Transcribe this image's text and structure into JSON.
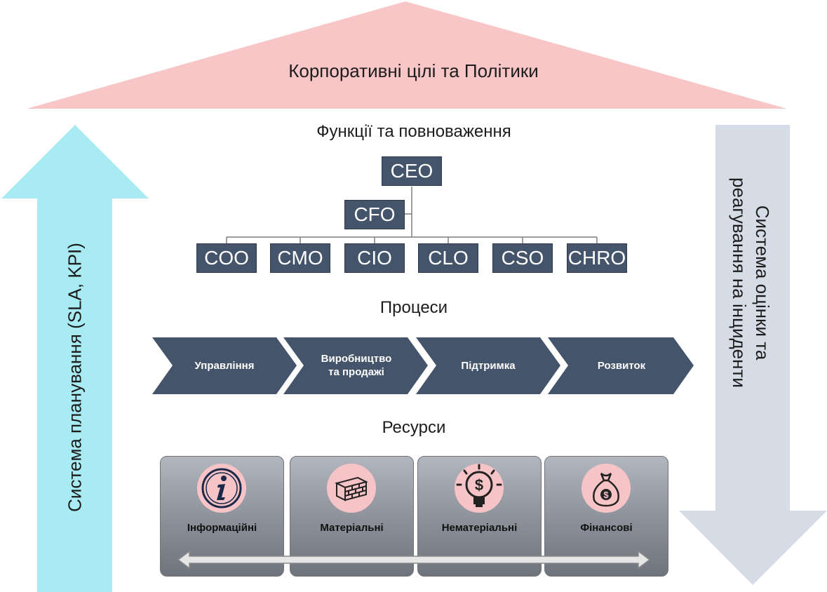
{
  "roof": {
    "title": "Корпоративні цілі та Політики"
  },
  "left_arrow": {
    "label": "Система планування (SLA, KPI)"
  },
  "right_arrow": {
    "label": "Система оцінки та реагування на інциденти"
  },
  "functions": {
    "title": "Функції та повноваження",
    "ceo": "CEO",
    "cfo": "CFO",
    "roles": [
      "COO",
      "CMO",
      "CIO",
      "CLO",
      "CSO",
      "CHRO"
    ]
  },
  "processes": {
    "title": "Процеси",
    "steps": [
      {
        "line1": "Управління",
        "line2": ""
      },
      {
        "line1": "Виробництво",
        "line2": "та продажі"
      },
      {
        "line1": "Підтримка",
        "line2": ""
      },
      {
        "line1": "Розвиток",
        "line2": ""
      }
    ]
  },
  "resources": {
    "title": "Ресурси",
    "items": [
      {
        "label": "Інформаційні",
        "icon": "info-icon"
      },
      {
        "label": "Матеріальні",
        "icon": "brick-wall-icon"
      },
      {
        "label": "Нематеріальні",
        "icon": "lightbulb-dollar-icon"
      },
      {
        "label": "Фінансові",
        "icon": "money-bag-icon"
      }
    ]
  },
  "colors": {
    "roof": "#f9c6c8",
    "left_arrow": "#a9ebf2",
    "right_arrow": "#d6dce6",
    "org_box": "#44546a",
    "process_chevron": "#44546a"
  }
}
